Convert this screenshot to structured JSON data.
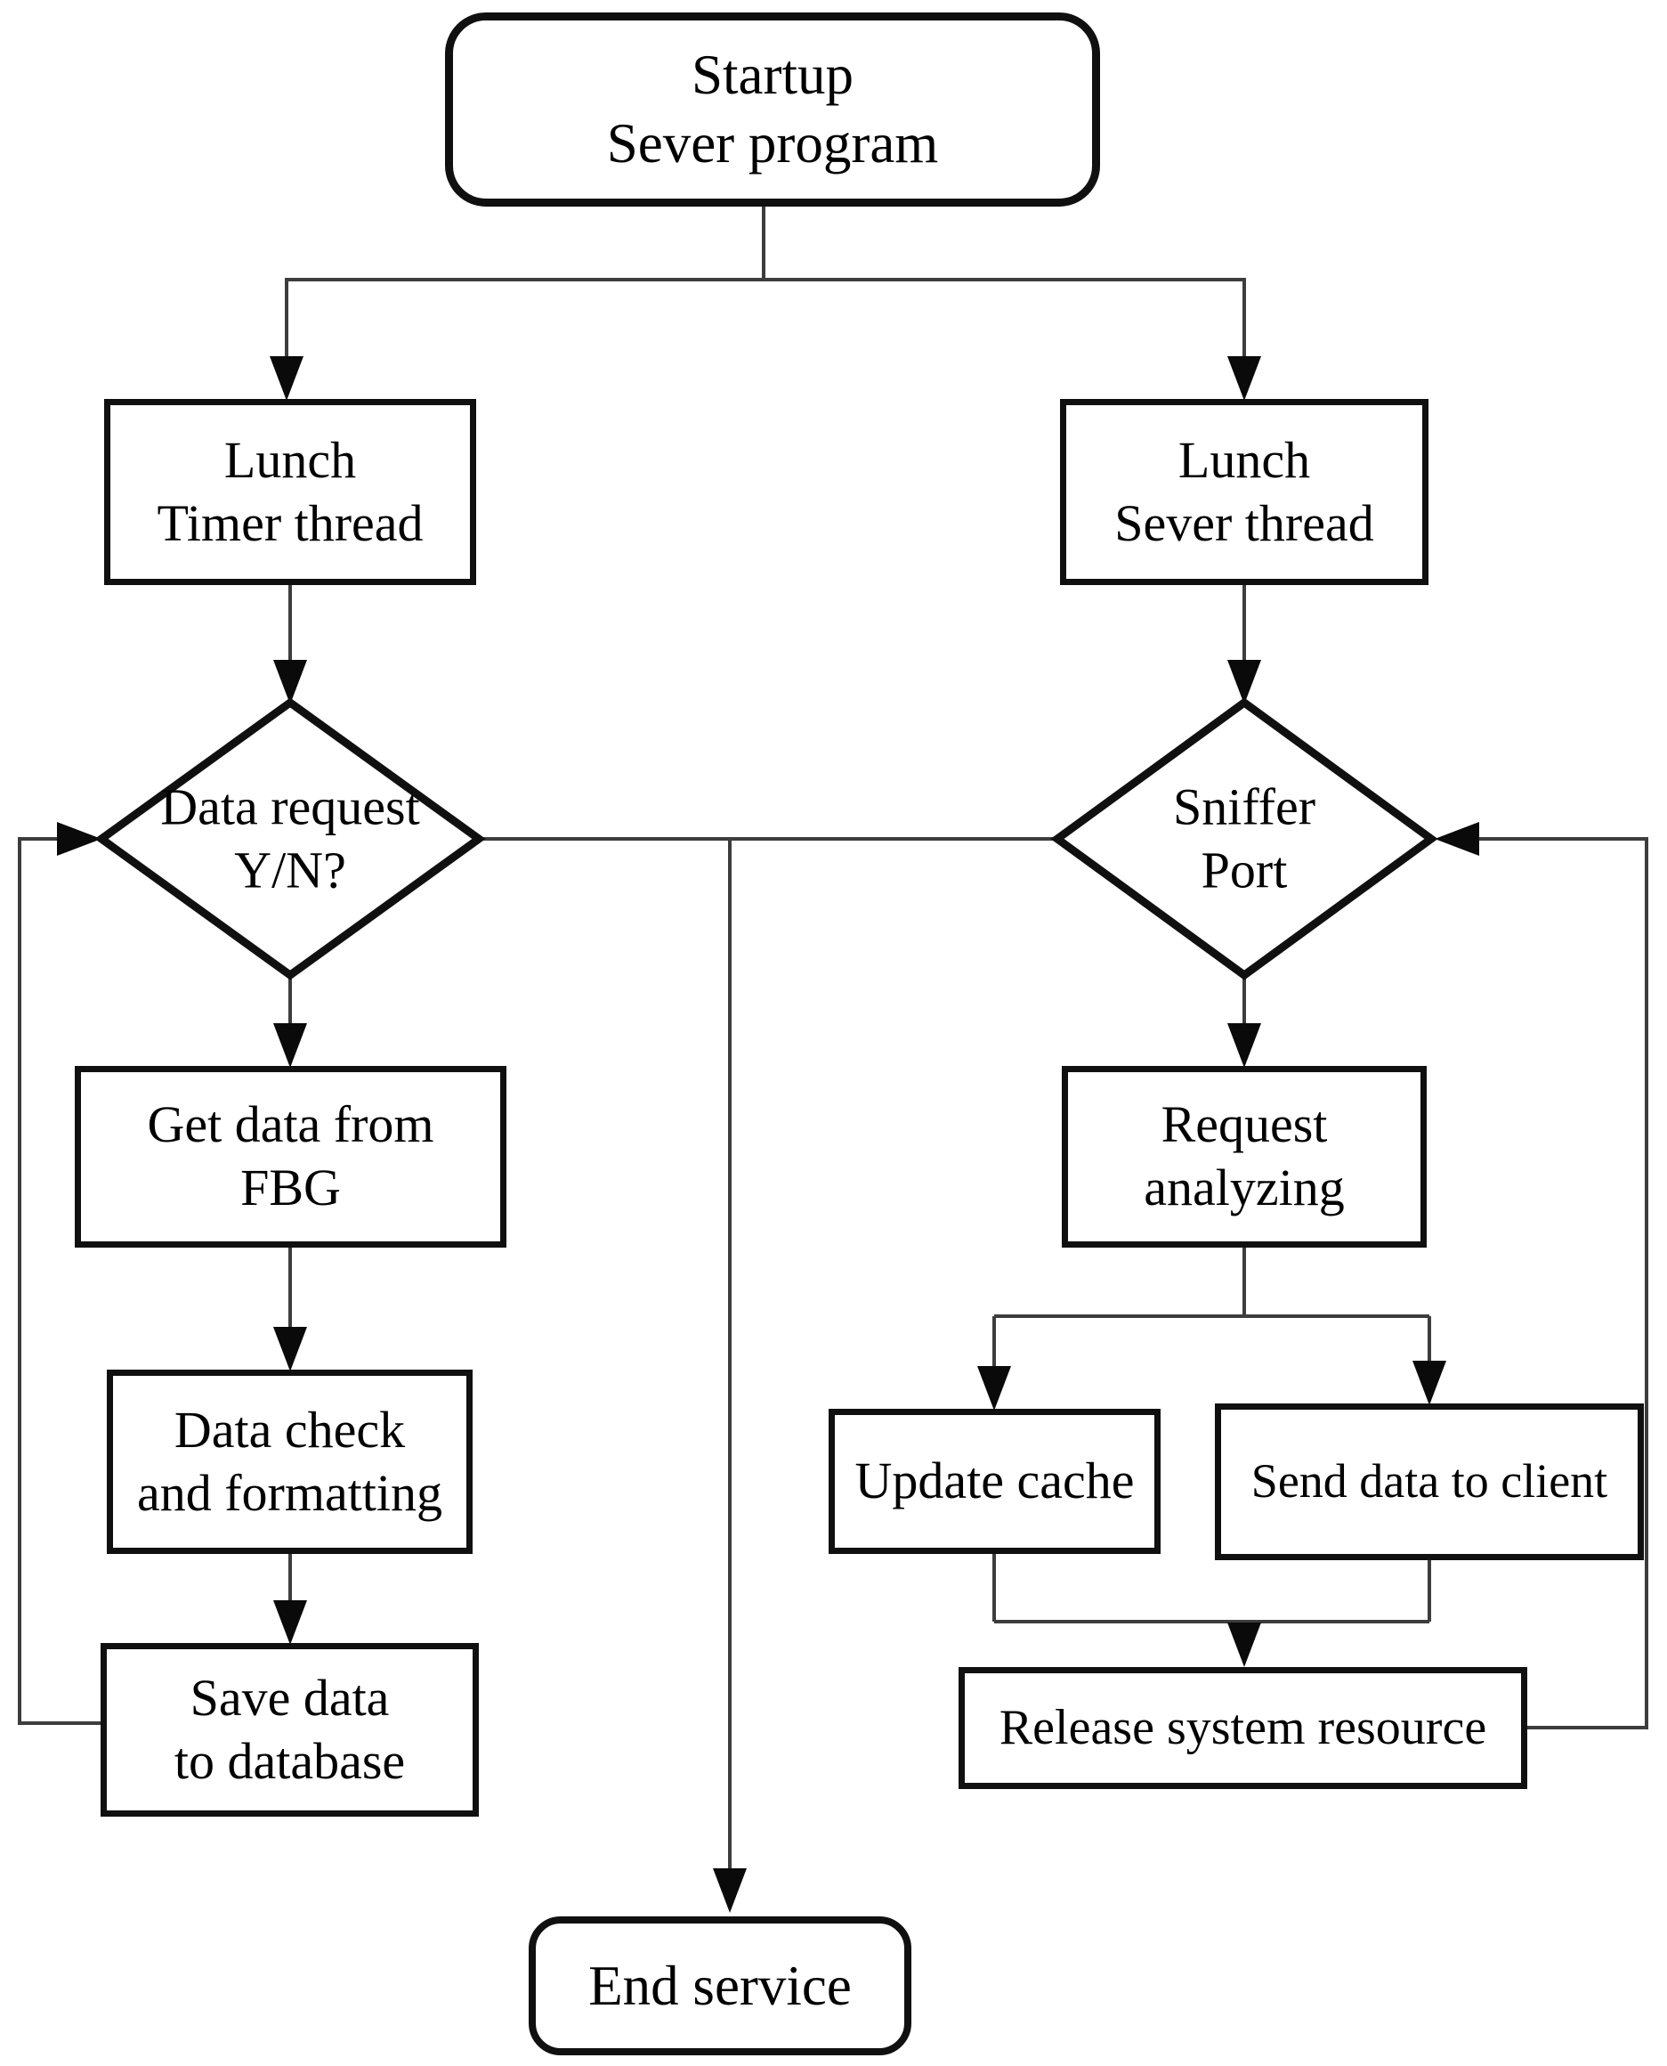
{
  "figure": {
    "type": "flowchart",
    "background": "#ffffff",
    "box_stroke": "#101010",
    "line_stroke": "#3d3d3d",
    "arrow_fill": "#0a0a0a",
    "nodes": {
      "startup": {
        "shape": "rounded-rect",
        "label": "Startup\nSever program"
      },
      "lunch_timer": {
        "shape": "rect",
        "label": "Lunch\nTimer thread"
      },
      "lunch_server": {
        "shape": "rect",
        "label": "Lunch\nSever thread"
      },
      "data_request": {
        "shape": "diamond",
        "label": "Data request\nY/N?"
      },
      "sniffer_port": {
        "shape": "diamond",
        "label": "Sniffer\nPort"
      },
      "get_data_fbg": {
        "shape": "rect",
        "label": "Get data from\nFBG"
      },
      "data_check": {
        "shape": "rect",
        "label": "Data check\nand formatting"
      },
      "save_data": {
        "shape": "rect",
        "label": "Save data\nto database"
      },
      "request_analyzing": {
        "shape": "rect",
        "label": "Request\nanalyzing"
      },
      "update_cache": {
        "shape": "rect",
        "label": "Update cache"
      },
      "send_data": {
        "shape": "rect",
        "label": "Send data to client"
      },
      "release_resource": {
        "shape": "rect",
        "label": "Release system resource"
      },
      "end_service": {
        "shape": "rounded-rect",
        "label": "End service"
      }
    },
    "edges": [
      {
        "from": "startup",
        "to": "lunch_timer"
      },
      {
        "from": "startup",
        "to": "lunch_server"
      },
      {
        "from": "lunch_timer",
        "to": "data_request"
      },
      {
        "from": "lunch_server",
        "to": "sniffer_port"
      },
      {
        "from": "data_request",
        "to": "get_data_fbg"
      },
      {
        "from": "get_data_fbg",
        "to": "data_check"
      },
      {
        "from": "data_check",
        "to": "save_data"
      },
      {
        "from": "save_data",
        "to": "data_request",
        "kind": "loop-back"
      },
      {
        "from": "data_request",
        "to": "end_service"
      },
      {
        "from": "sniffer_port",
        "to": "request_analyzing"
      },
      {
        "from": "request_analyzing",
        "to": "update_cache"
      },
      {
        "from": "request_analyzing",
        "to": "send_data"
      },
      {
        "from": "update_cache",
        "to": "release_resource"
      },
      {
        "from": "send_data",
        "to": "release_resource"
      },
      {
        "from": "release_resource",
        "to": "sniffer_port",
        "kind": "loop-back"
      }
    ]
  }
}
